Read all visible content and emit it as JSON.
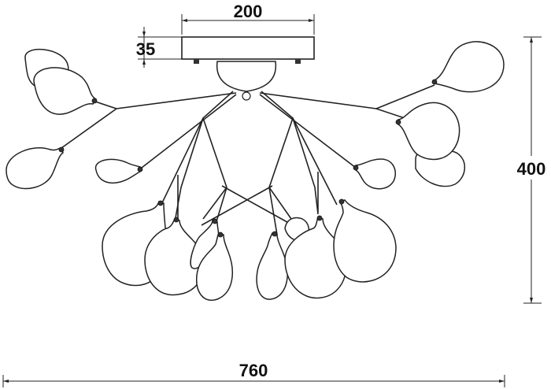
{
  "dimensions": {
    "canopy_width": "200",
    "canopy_height": "35",
    "total_height": "400",
    "total_width": "760"
  }
}
